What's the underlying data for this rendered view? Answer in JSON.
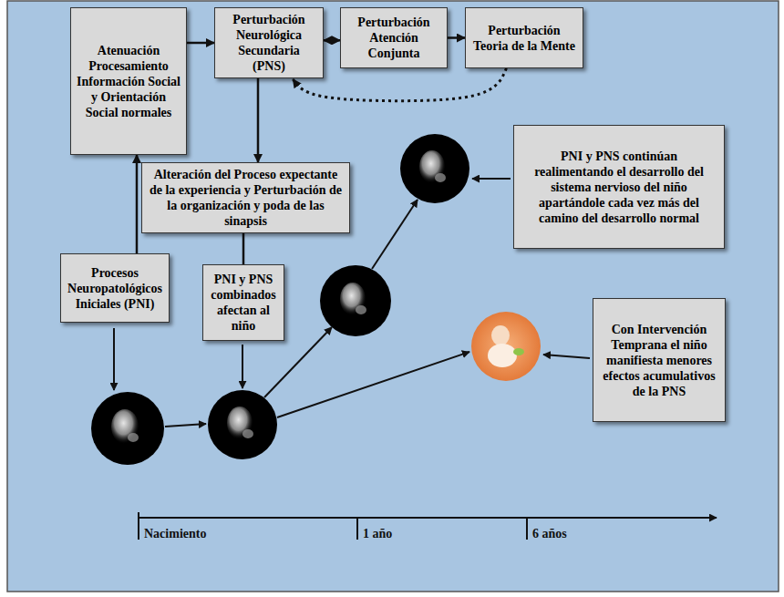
{
  "diagram": {
    "nodes": [
      {
        "text": [
          "Atenuación Procesamiento Información Social y Orientación Social normales"
        ]
      },
      {
        "text": [
          "Perturbación Neurológica Secundaria (PNS)"
        ]
      },
      {
        "text": [
          "Perturbación Atención Conjunta"
        ]
      },
      {
        "text": [
          "Perturbación Teoria de la Mente"
        ]
      },
      {
        "text": [
          "Alteración del Proceso expectante de la experiencia y Perturbación de la organización y poda de las sinapsis"
        ]
      },
      {
        "text": [
          "Procesos Neuropatológicos Iniciales (PNI)"
        ]
      },
      {
        "text": [
          "PNI y PNS combinados afectan al niño"
        ]
      },
      {
        "text": [
          "PNI y PNS continúan realimentando el desarrollo del sistema nervioso del niño apartándole cada vez más del camino del desarrollo normal"
        ]
      },
      {
        "text": [
          "Con Intervención Temprana el niño manifiesta menores efectos acumulativos de la PNS"
        ]
      }
    ],
    "edges": [
      {
        "from": 0,
        "to": 1,
        "arrow": "to"
      },
      {
        "from": 1,
        "to": 2,
        "arrow": "both"
      },
      {
        "from": 2,
        "to": 3,
        "arrow": "to"
      },
      {
        "from": 3,
        "to": 1,
        "arrow": "to"
      },
      {
        "from": 1,
        "to": 4,
        "arrow": "to"
      },
      {
        "from": 5,
        "to": 0,
        "arrow": "to"
      },
      {
        "from": 4,
        "to": 6,
        "arrow": "none"
      }
    ],
    "labels": [
      "Nacimiento",
      "1 año",
      "6 años"
    ]
  }
}
